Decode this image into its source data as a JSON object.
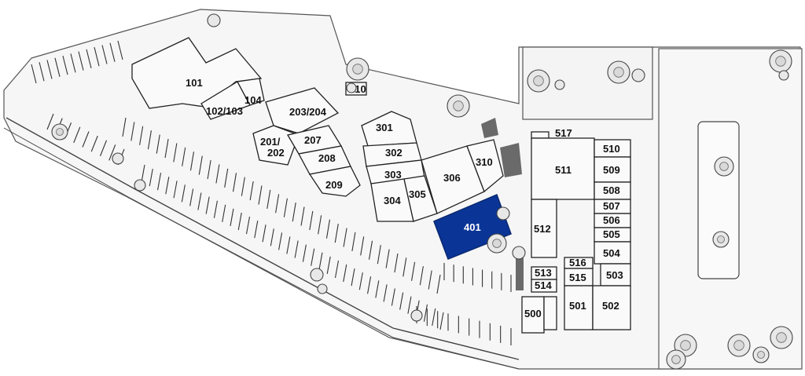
{
  "map": {
    "highlight_color": "#0a3496",
    "units": {
      "u101": "101",
      "u102_103": "102/103",
      "u104": "104",
      "u201_202_a": "201/",
      "u201_202_b": "202",
      "u203_204": "203/204",
      "u207": "207",
      "u208": "208",
      "u209": "209",
      "u210": "210",
      "u301": "301",
      "u302": "302",
      "u303": "303",
      "u304": "304",
      "u305": "305",
      "u306": "306",
      "u310": "310",
      "u401": "401",
      "u500": "500",
      "u501": "501",
      "u502": "502",
      "u503": "503",
      "u504": "504",
      "u505": "505",
      "u506": "506",
      "u507": "507",
      "u508": "508",
      "u509": "509",
      "u510": "510",
      "u511": "511",
      "u512": "512",
      "u513": "513",
      "u514": "514",
      "u515": "515",
      "u516": "516",
      "u517": "517"
    }
  }
}
